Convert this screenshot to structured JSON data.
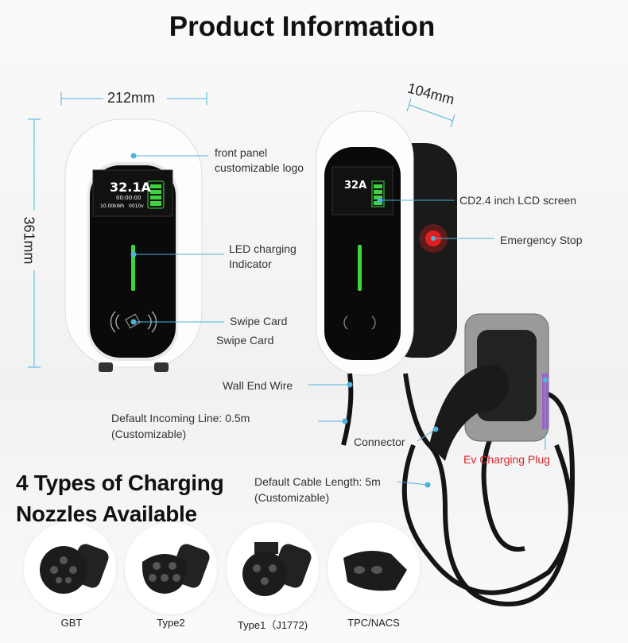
{
  "title": "Product  Information",
  "dimensions": {
    "width": "212mm",
    "height": "361mm",
    "depth": "104mm"
  },
  "front_lcd": {
    "current": "32.1A",
    "time": "00:00:00",
    "energy": "10.00kWh",
    "voltage": "0010v"
  },
  "side_lcd": {
    "current": "32A"
  },
  "callouts": {
    "front_panel": "front panel",
    "custom_logo": "customizable logo",
    "led_1": "LED charging",
    "led_2": "Indicator",
    "swipe_1": "Swipe Card",
    "swipe_2": "Swipe Card",
    "lcd": "CD2.4 inch LCD screen",
    "estop": "Emergency Stop",
    "wall_wire": "Wall End Wire",
    "incoming_1": "Default Incoming Line: 0.5m",
    "incoming_2": "(Customizable)",
    "connector": "Connector",
    "plug": "Ev Charging Plug",
    "cable_1": "Default Cable Length: 5m",
    "cable_2": "(Customizable)"
  },
  "nozzles_heading": {
    "line1": "4 Types of Charging",
    "line2": "Nozzles Available"
  },
  "nozzles": [
    {
      "label": "GBT"
    },
    {
      "label": "Type2"
    },
    {
      "label": "Type1（J1772)"
    },
    {
      "label": "TPC/NACS"
    }
  ],
  "colors": {
    "accent_line": "#4fb3d9",
    "led": "#3ed43e",
    "plug_label": "#d9262b",
    "estop": "#e02020"
  }
}
